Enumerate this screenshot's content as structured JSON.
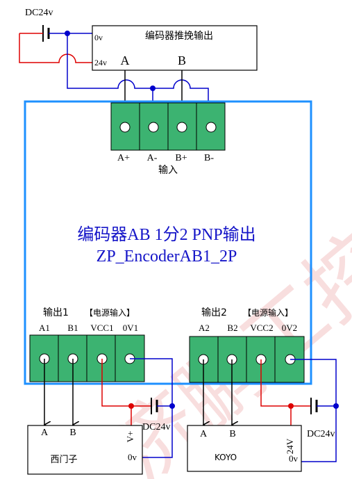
{
  "watermark": "济鹏工控",
  "power_top": {
    "label": "DC24v"
  },
  "encoder": {
    "title": "编码器推挽输出",
    "pin_0v": "0v",
    "pin_24v": "24v",
    "out_a": "A",
    "out_b": "B"
  },
  "module": {
    "title_line1": "编码器AB 1分2 PNP输出",
    "title_line2": "ZP_EncoderAB1_2P",
    "input_terminals": [
      "A+",
      "A-",
      "B+",
      "B-"
    ],
    "input_label": "输入",
    "output1": {
      "label": "输出1",
      "power_note": "【电源输入】",
      "terminals": [
        "A1",
        "B1",
        "VCC1",
        "0V1"
      ]
    },
    "output2": {
      "label": "输出2",
      "power_note": "【电源输入】",
      "terminals": [
        "A2",
        "B2",
        "VCC2",
        "0V2"
      ]
    }
  },
  "device1": {
    "name": "西门子",
    "pin_a": "A",
    "pin_b": "B",
    "pin_vplus": "V+",
    "pin_0v": "0v",
    "dc_label": "DC24v"
  },
  "device2": {
    "name": "KOYO",
    "pin_a": "A",
    "pin_b": "B",
    "pin_24v": "24V",
    "pin_0v": "0v",
    "dc_label": "DC24v"
  },
  "colors": {
    "module_border": "#1e90ff",
    "terminal_fill": "#3cb371",
    "wire_blue": "#0000cc",
    "wire_red": "#dd0000",
    "title_blue": "#1515c8",
    "watermark": "#f3c8c8"
  }
}
